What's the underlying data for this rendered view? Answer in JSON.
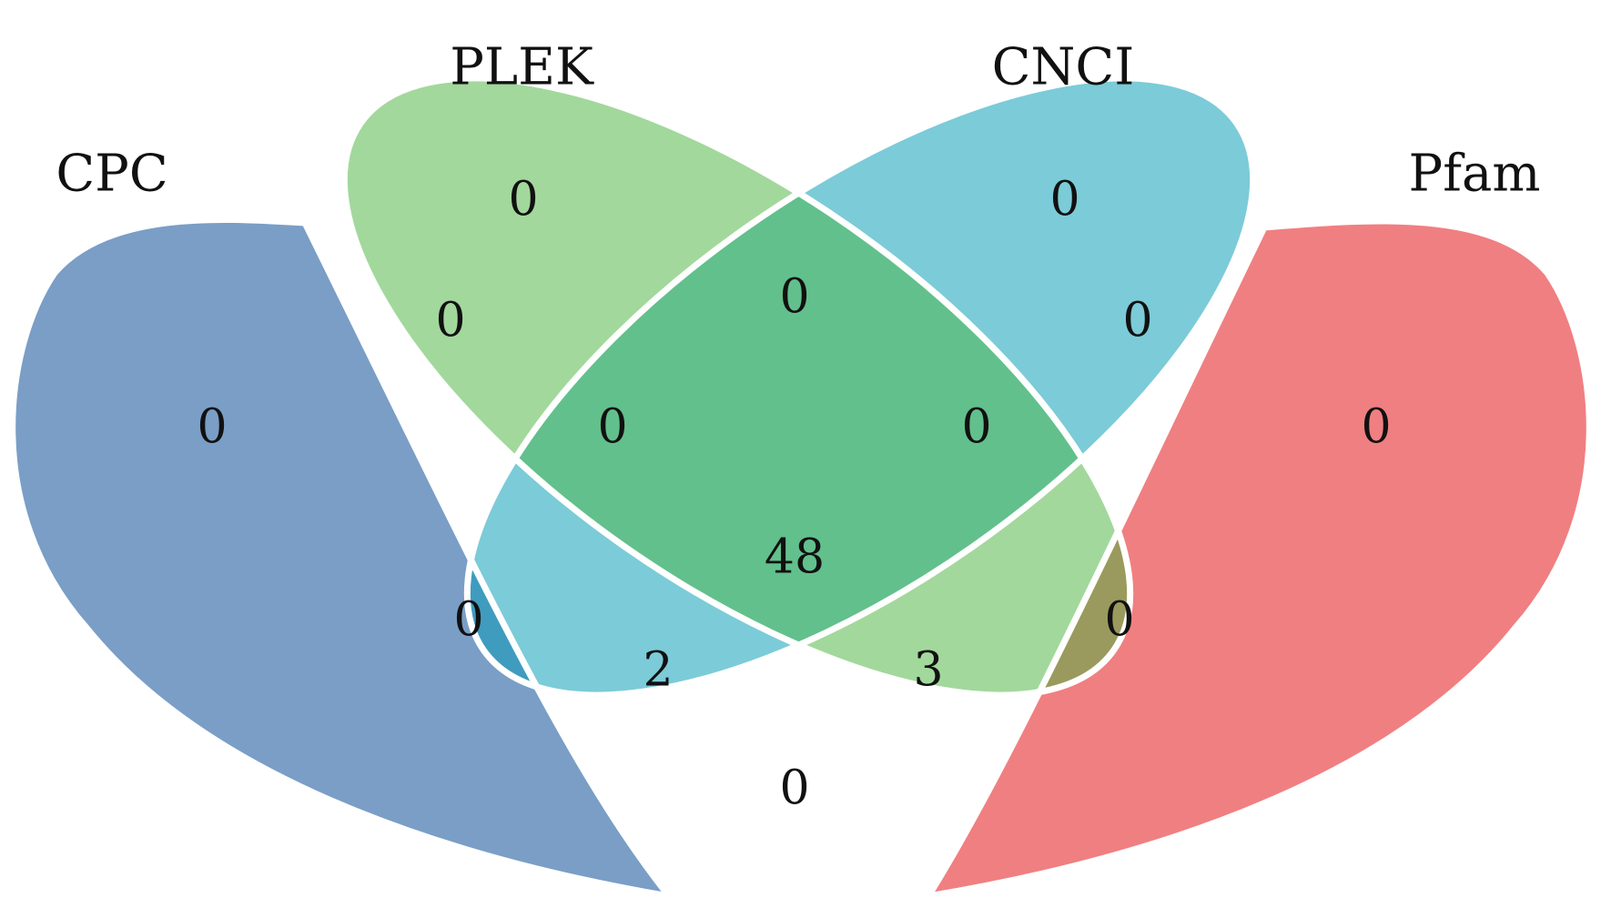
{
  "sets": [
    {
      "key": "cpc",
      "name": "CPC",
      "color": "#7a9ec6"
    },
    {
      "key": "plek",
      "name": "PLEK",
      "color": "#a2d89c"
    },
    {
      "key": "cnci",
      "name": "CNCI",
      "color": "#7ccbd8"
    },
    {
      "key": "pfam",
      "name": "Pfam",
      "color": "#f07f81"
    }
  ],
  "regions": {
    "cpc_only": "0",
    "plek_only": "0",
    "cnci_only": "0",
    "pfam_only": "0",
    "cpc_plek": "0",
    "plek_cnci": "0",
    "cnci_pfam": "0",
    "cpc_plek_cnci": "0",
    "plek_cnci_pfam": "0",
    "cpc_plek_cnci_pfam": "48",
    "cpc_cnci": "0",
    "plek_pfam": "0",
    "cpc_cnci_pfam": "2",
    "cpc_plek_pfam": "3",
    "cpc_pfam": "0"
  },
  "region_colors": {
    "cpc_plek": "#5fa77a",
    "plek_cnci": "#62c08c",
    "cnci_pfam": "#76848f",
    "cpc_plek_cnci": "#3fa77b",
    "plek_cnci_pfam": "#5e9f6a",
    "cpc_plek_cnci_pfam": "#3a8f66",
    "cpc_cnci": "#3f9cbf",
    "plek_pfam": "#9a9a5e",
    "cpc_cnci_pfam": "#3b7d9e",
    "cpc_plek_pfam": "#5a8a5f",
    "cpc_pfam": "#7a5e85"
  }
}
